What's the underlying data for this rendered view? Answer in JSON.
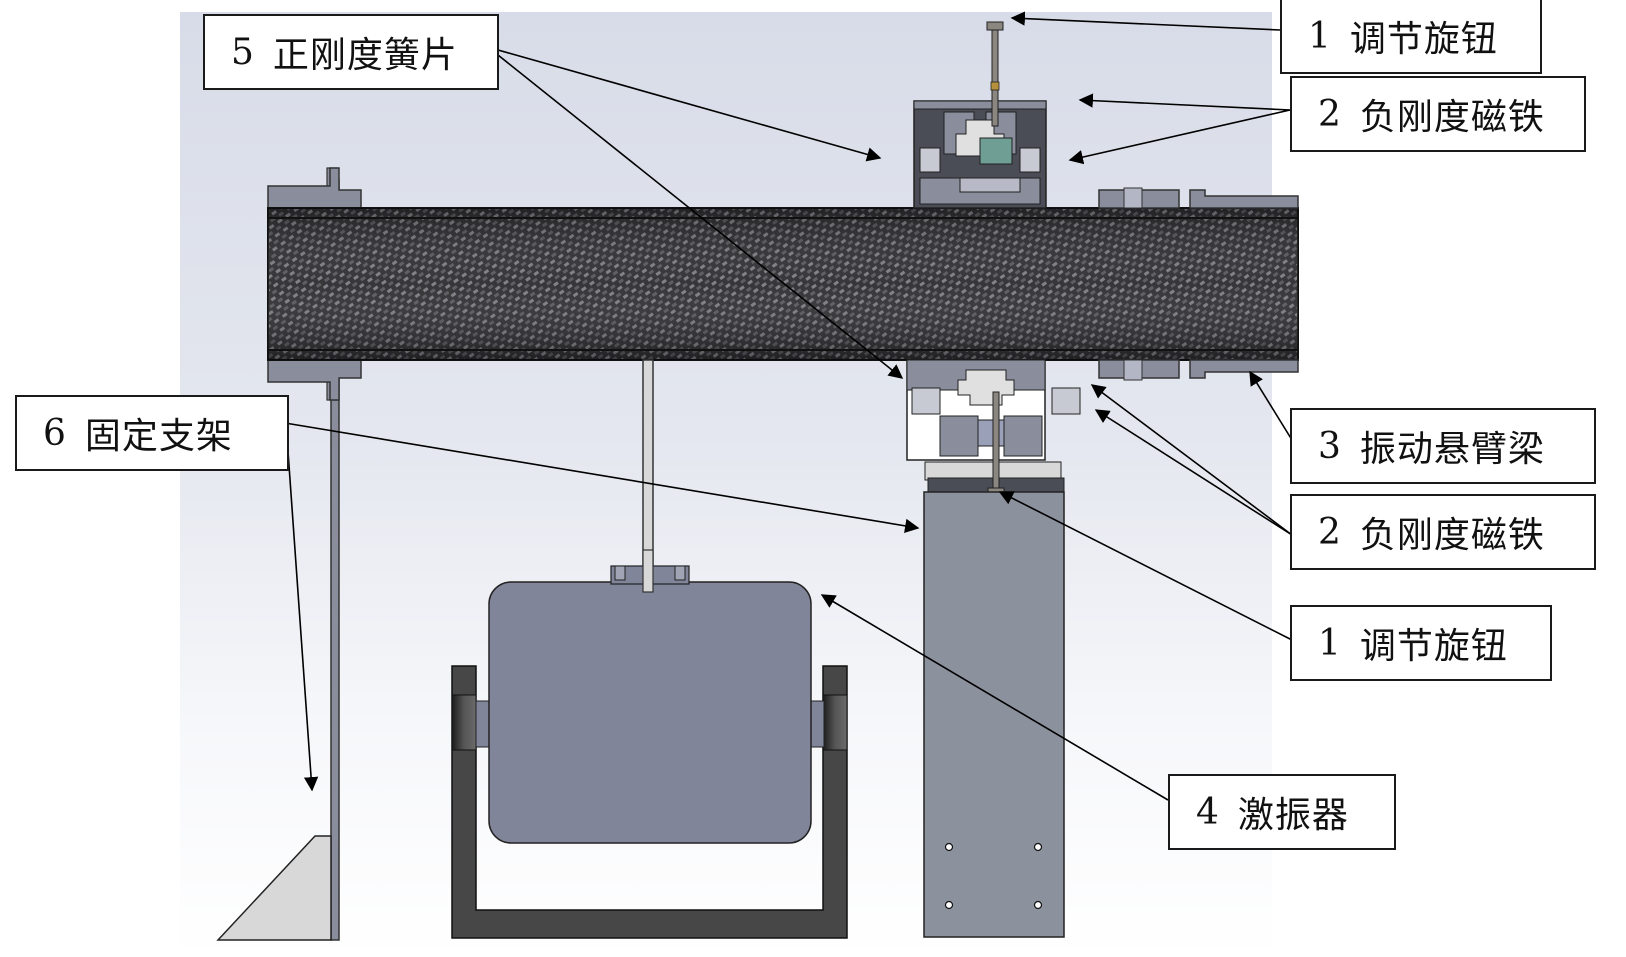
{
  "diagram": {
    "type": "mechanical-assembly-cross-section",
    "labels": [
      {
        "id": "knob-top",
        "number": "1",
        "text": "调节旋钮"
      },
      {
        "id": "magnet-top",
        "number": "2",
        "text": "负刚度磁铁"
      },
      {
        "id": "beam",
        "number": "3",
        "text": "振动悬臂梁"
      },
      {
        "id": "magnet-bottom",
        "number": "2",
        "text": "负刚度磁铁"
      },
      {
        "id": "knob-bottom",
        "number": "1",
        "text": "调节旋钮"
      },
      {
        "id": "shaker",
        "number": "4",
        "text": "激振器"
      },
      {
        "id": "spring",
        "number": "5",
        "text": "正刚度簧片"
      },
      {
        "id": "support",
        "number": "6",
        "text": "固定支架"
      }
    ],
    "components": [
      "adjustment-knob",
      "negative-stiffness-magnet",
      "vibrating-cantilever-beam",
      "shaker",
      "positive-stiffness-spring-leaf",
      "fixed-support"
    ],
    "colors": {
      "carbon_dark": "#2a2a2c",
      "carbon_light": "#6a6a70",
      "housing_dark": "#4a4c56",
      "housing_mid": "#8a8e9c",
      "shaker_body": "#80859a",
      "shaker_frame": "#474747",
      "column": "#8c919e",
      "magnet_teal": "#6f9e94",
      "gusset": "#d8d8d8"
    }
  }
}
